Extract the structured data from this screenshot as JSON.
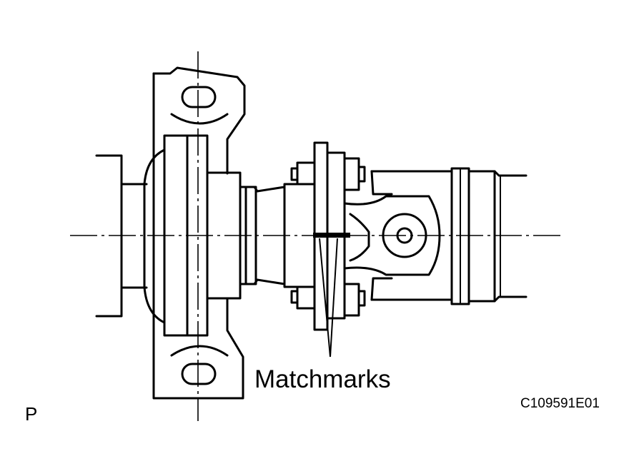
{
  "diagram": {
    "callout_label": "Matchmarks",
    "view_letter": "P",
    "figure_code": "C109591E01"
  }
}
